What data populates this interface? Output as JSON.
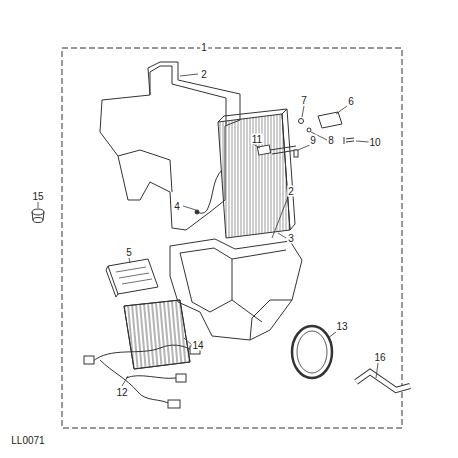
{
  "diagram": {
    "labels": [
      "1",
      "2",
      "2",
      "3",
      "4",
      "5",
      "6",
      "7",
      "8",
      "9",
      "10",
      "11",
      "12",
      "13",
      "14",
      "15",
      "16",
      "LL0071"
    ]
  }
}
